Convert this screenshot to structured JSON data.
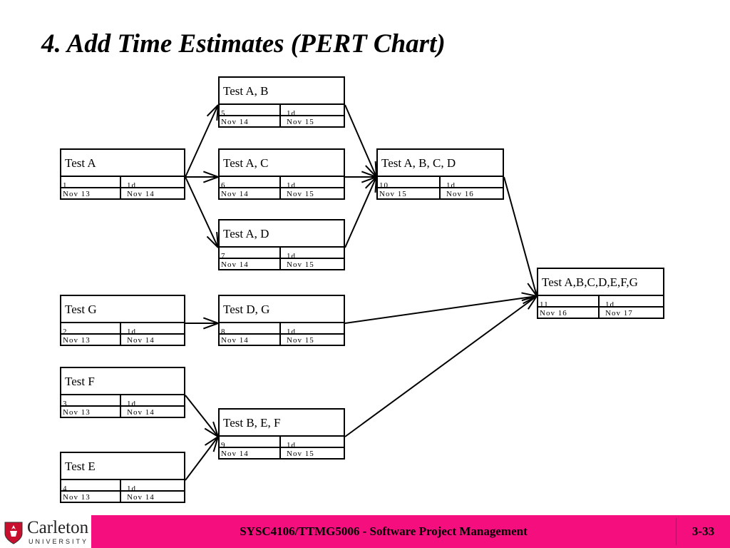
{
  "slide": {
    "title": "4. Add  Time Estimates (PERT Chart)"
  },
  "nodes": [
    {
      "name": "Test A",
      "id": "1",
      "duration": "1d",
      "start": "Nov 13",
      "finish": "Nov 14"
    },
    {
      "name": "Test G",
      "id": "2",
      "duration": "1d",
      "start": "Nov 13",
      "finish": "Nov 14"
    },
    {
      "name": "Test F",
      "id": "3",
      "duration": "1d",
      "start": "Nov 13",
      "finish": "Nov 14"
    },
    {
      "name": "Test E",
      "id": "4",
      "duration": "1d",
      "start": "Nov 13",
      "finish": "Nov 14"
    },
    {
      "name": "Test A, B",
      "id": "5",
      "duration": "1d",
      "start": "Nov 14",
      "finish": "Nov 15"
    },
    {
      "name": "Test A, C",
      "id": "6",
      "duration": "1d",
      "start": "Nov 14",
      "finish": "Nov 15"
    },
    {
      "name": "Test A, D",
      "id": "7",
      "duration": "1d",
      "start": "Nov 14",
      "finish": "Nov 15"
    },
    {
      "name": "Test D, G",
      "id": "8",
      "duration": "1d",
      "start": "Nov 14",
      "finish": "Nov 15"
    },
    {
      "name": "Test B, E, F",
      "id": "9",
      "duration": "1d",
      "start": "Nov 14",
      "finish": "Nov 15"
    },
    {
      "name": "Test A, B, C, D",
      "id": "10",
      "duration": "1d",
      "start": "Nov 15",
      "finish": "Nov 16"
    },
    {
      "name": "Test A,B,C,D,E,F,G",
      "id": "11",
      "duration": "1d",
      "start": "Nov 16",
      "finish": "Nov 17"
    }
  ],
  "edges": [
    {
      "from": "1",
      "to": "5"
    },
    {
      "from": "1",
      "to": "6"
    },
    {
      "from": "1",
      "to": "7"
    },
    {
      "from": "5",
      "to": "10"
    },
    {
      "from": "6",
      "to": "10"
    },
    {
      "from": "7",
      "to": "10"
    },
    {
      "from": "2",
      "to": "8"
    },
    {
      "from": "3",
      "to": "9"
    },
    {
      "from": "4",
      "to": "9"
    },
    {
      "from": "10",
      "to": "11"
    },
    {
      "from": "8",
      "to": "11"
    },
    {
      "from": "9",
      "to": "11"
    }
  ],
  "footer": {
    "university_name": "Carleton",
    "university_sub": "UNIVERSITY",
    "course": "SYSC4106/TTMG5006 - Software Project Management",
    "page_number": "3-33",
    "bar_color": "#f50f7e",
    "logo_color": "#c8102e",
    "logo_icon": "shield-icon"
  }
}
